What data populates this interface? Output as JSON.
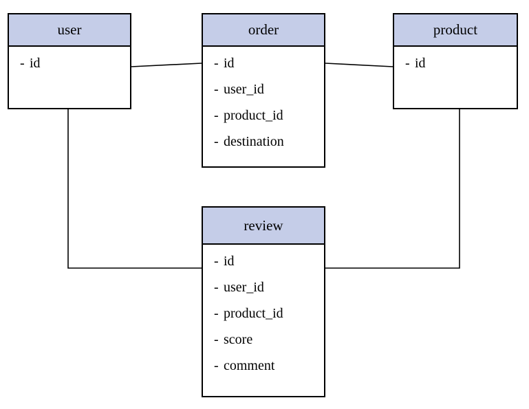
{
  "diagram": {
    "title": "entity-relationship-diagram",
    "background_color": "#ffffff",
    "header_fill": "#c5cde8",
    "border_color": "#000000",
    "edge_color": "#000000",
    "field_bullet": "-",
    "entities": [
      {
        "id": "user",
        "name": "user",
        "fields": [
          {
            "name": "id"
          }
        ]
      },
      {
        "id": "order",
        "name": "order",
        "fields": [
          {
            "name": "id"
          },
          {
            "name": "user_id"
          },
          {
            "name": "product_id"
          },
          {
            "name": "destination"
          }
        ]
      },
      {
        "id": "product",
        "name": "product",
        "fields": [
          {
            "name": "id"
          }
        ]
      },
      {
        "id": "review",
        "name": "review",
        "fields": [
          {
            "name": "id"
          },
          {
            "name": "user_id"
          },
          {
            "name": "product_id"
          },
          {
            "name": "score"
          },
          {
            "name": "comment"
          }
        ]
      }
    ],
    "relationships": [
      {
        "id": "user-order",
        "from": "user",
        "to": "order",
        "label": ""
      },
      {
        "id": "order-product",
        "from": "order",
        "to": "product",
        "label": ""
      },
      {
        "id": "user-review",
        "from": "user",
        "to": "review",
        "label": ""
      },
      {
        "id": "product-review",
        "from": "product",
        "to": "review",
        "label": ""
      }
    ]
  }
}
